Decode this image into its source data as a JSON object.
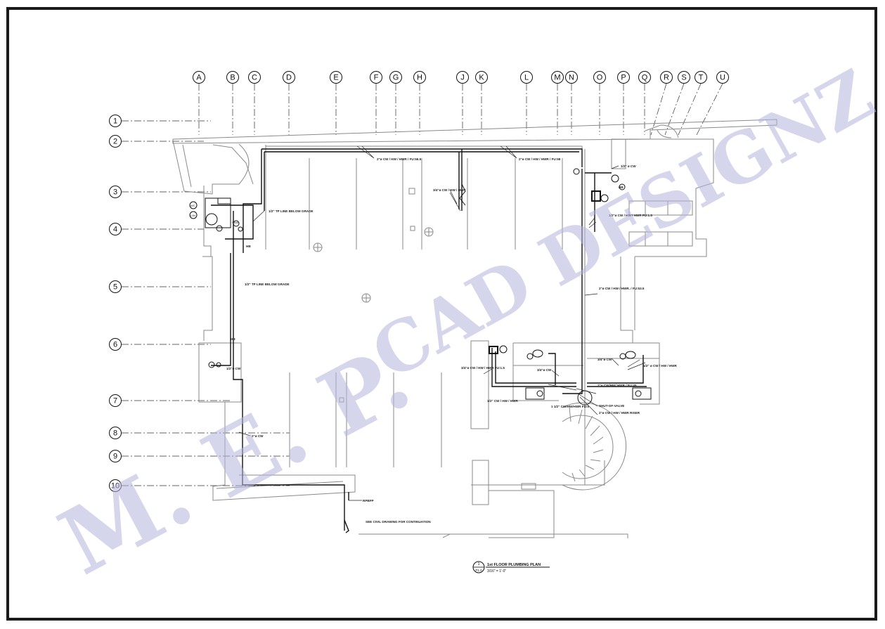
{
  "watermark": {
    "line1": "M. E. P.",
    "line2": "CAD DESIGNZ",
    "color": "#b4b4dc"
  },
  "grid": {
    "columns": [
      "A",
      "B",
      "C",
      "D",
      "E",
      "F",
      "G",
      "H",
      "J",
      "K",
      "L",
      "M",
      "N",
      "O",
      "P",
      "Q",
      "R",
      "S",
      "T",
      "U"
    ],
    "rows": [
      "1",
      "2",
      "3",
      "4",
      "5",
      "6",
      "7",
      "8",
      "9",
      "10"
    ]
  },
  "pipe_notes": {
    "n1": "2\"ø CW / HW / HWR / FU:56.5",
    "n2": "2\"ø CW / HW / HWR / FU:59",
    "n3": "3/4\"ø CW / HW / HWR",
    "n4": "1/2\" TP LINE BELOW GRADE",
    "n5": "HB",
    "n6": "1/2\" TP LINE BELOW GRADE",
    "n7": "HB",
    "n8": "1/2\"ø CW",
    "n9": "2\"ø CW",
    "n10": "1/2\" ø CW",
    "n11": "HB",
    "n12": "1/2\"ø CW / HW / HWR FU:1.5",
    "n13": "2\"ø CW / HW / HWR. / FU:53.5",
    "n14": "3/4\"ø CW",
    "n15": "1/2\" ø CW / HW / HWR",
    "n16": "3/4\"ø CW",
    "n17": "3/4\"ø CW / HW / HWR FU:1.5",
    "n18": "1/2\" CW / HW / HWR",
    "n19": "1 1/2\" CW/HW/HWR FU:5",
    "n20": "2\"ø CW/HW/ HWR / FU:45",
    "n21": "SHUT-OF-VALVE",
    "n22": "2\"ø CW / HW / HWR RISER",
    "n23": "RPBFP",
    "n24": "SEE CIVIL DRAWING FOR CONTINUATION"
  },
  "fixtures": {
    "w": "WC",
    "l": "LAV",
    "s": "SINK"
  },
  "title_block": {
    "number": "1",
    "sheet": "P1.0",
    "title": "1st FLOOR PLUMBING PLAN",
    "scale": "3/16\" = 1'-0\""
  }
}
